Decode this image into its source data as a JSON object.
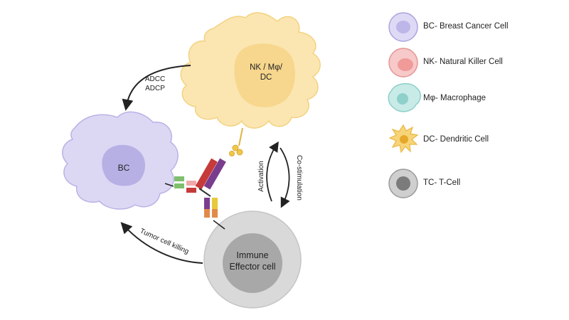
{
  "diagram": {
    "nk_cell_label_line1": "NK / Mφ/",
    "nk_cell_label_line2": "DC",
    "bc_cell_label": "BC",
    "effector_label_line1": "Immune",
    "effector_label_line2": "Effector cell",
    "adcc_label": "ADCC",
    "adcp_label": "ADCP",
    "activation_label": "Activation",
    "costim_label": "Co-stimulation",
    "killing_label": "Tumor cell killing"
  },
  "legend": {
    "items": [
      {
        "icon": "breast-cancer-cell-icon",
        "label": "BC- Breast Cancer Cell",
        "color": "#c9c4ee"
      },
      {
        "icon": "natural-killer-cell-icon",
        "label": "NK- Natural Killer Cell",
        "color": "#f5aaaa"
      },
      {
        "icon": "macrophage-icon",
        "label": "Mφ- Macrophage",
        "color": "#a9dcd8"
      },
      {
        "icon": "dendritic-cell-icon",
        "label": "DC- Dendritic Cell",
        "color": "#f6cf6b"
      },
      {
        "icon": "t-cell-icon",
        "label": "TC- T-Cell",
        "color": "#b5b5b5"
      }
    ]
  },
  "colors": {
    "bc_fill": "#d8d4f3",
    "nk_fill": "#fbe7b5",
    "effector_fill": "#d6d6d6",
    "antibody_red": "#c63a3a",
    "antibody_purple": "#7a3d8e"
  }
}
